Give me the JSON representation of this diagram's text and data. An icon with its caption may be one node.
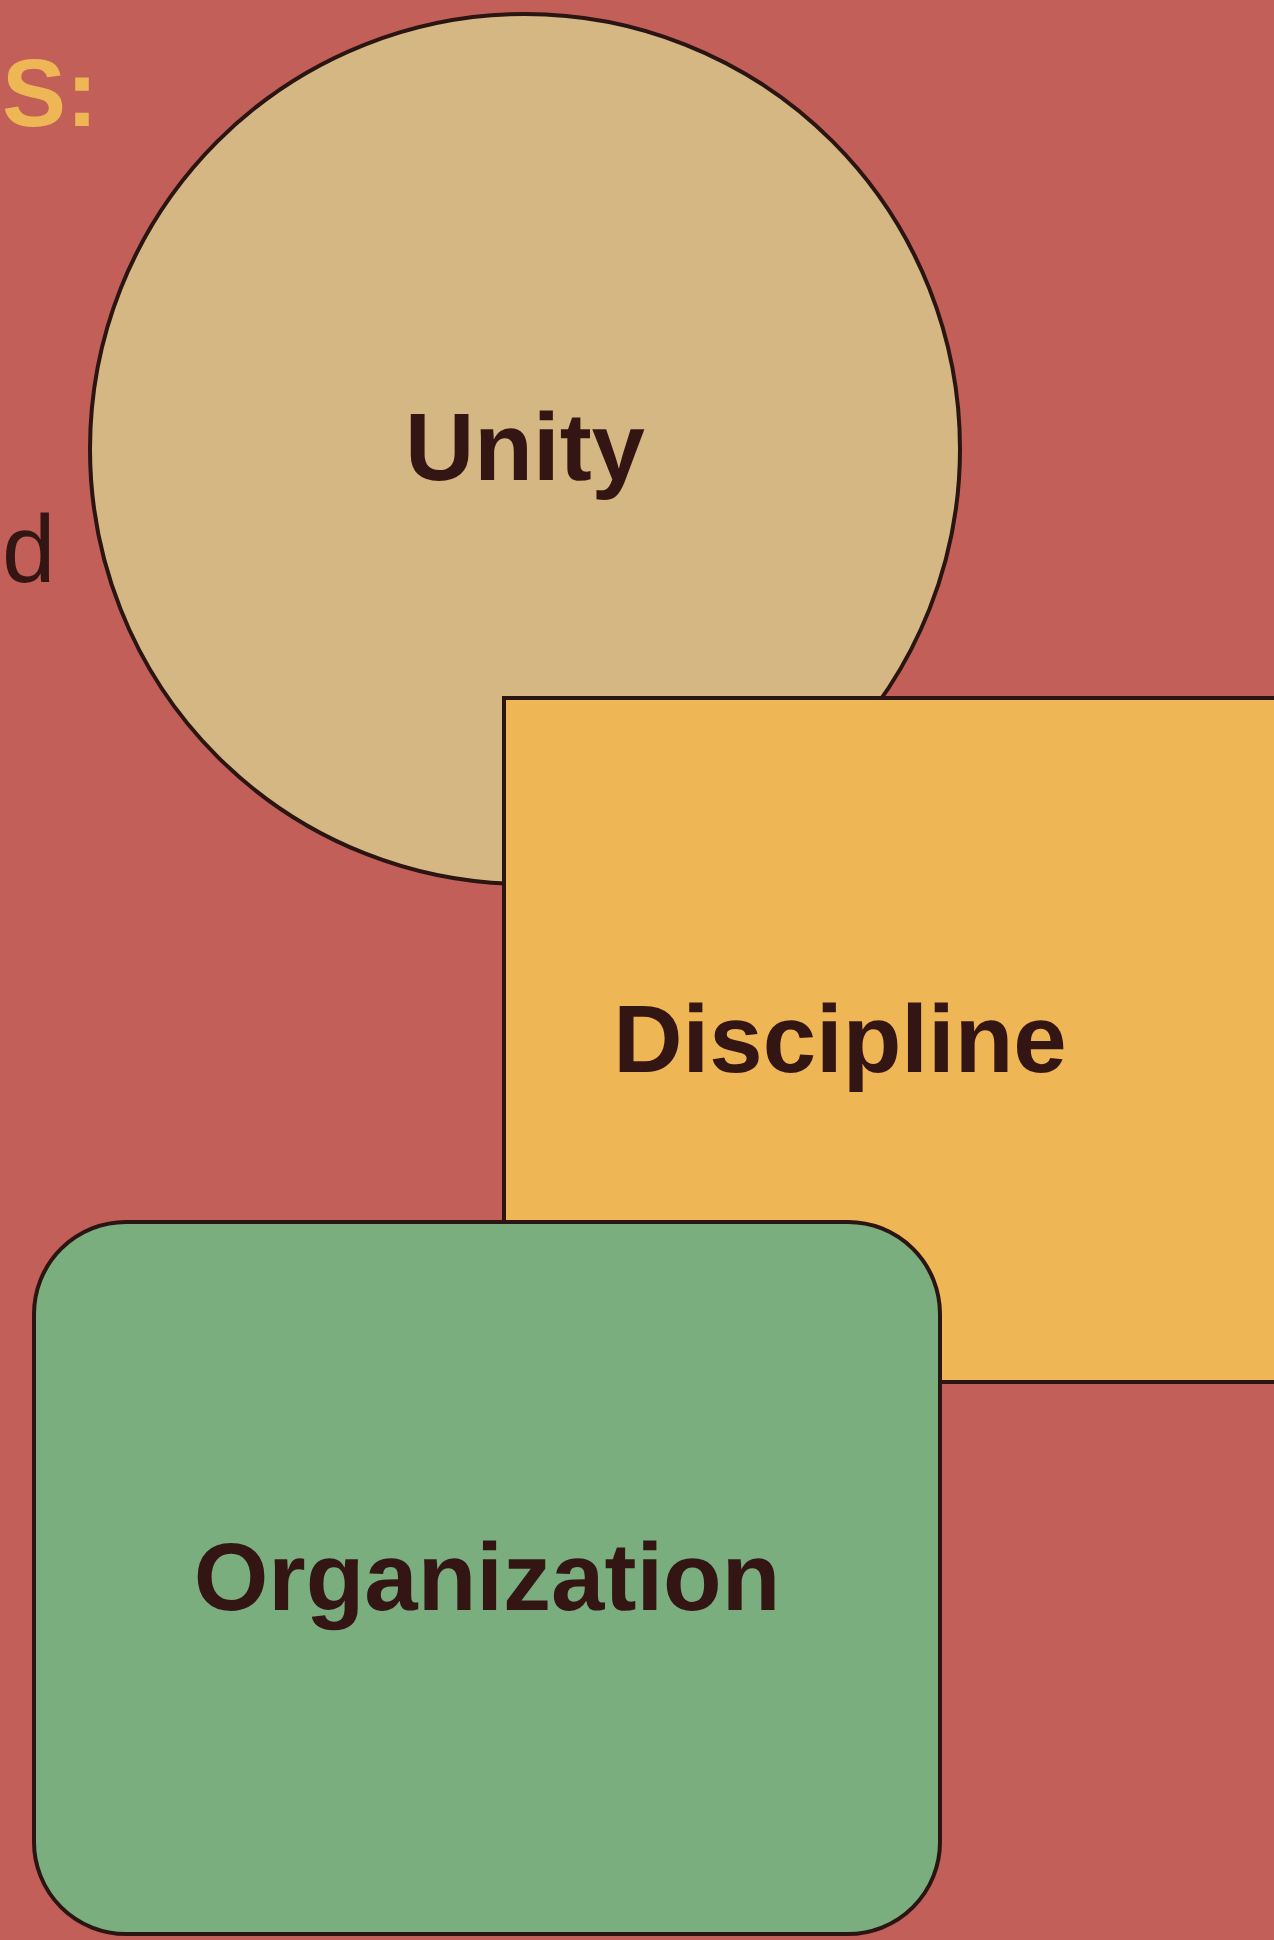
{
  "diagram": {
    "nodes": [
      {
        "text": [
          "Unity"
        ]
      },
      {
        "text": [
          "Discipline"
        ]
      },
      {
        "text": [
          "Organization"
        ]
      }
    ],
    "labels": [
      "S:",
      "d"
    ]
  }
}
